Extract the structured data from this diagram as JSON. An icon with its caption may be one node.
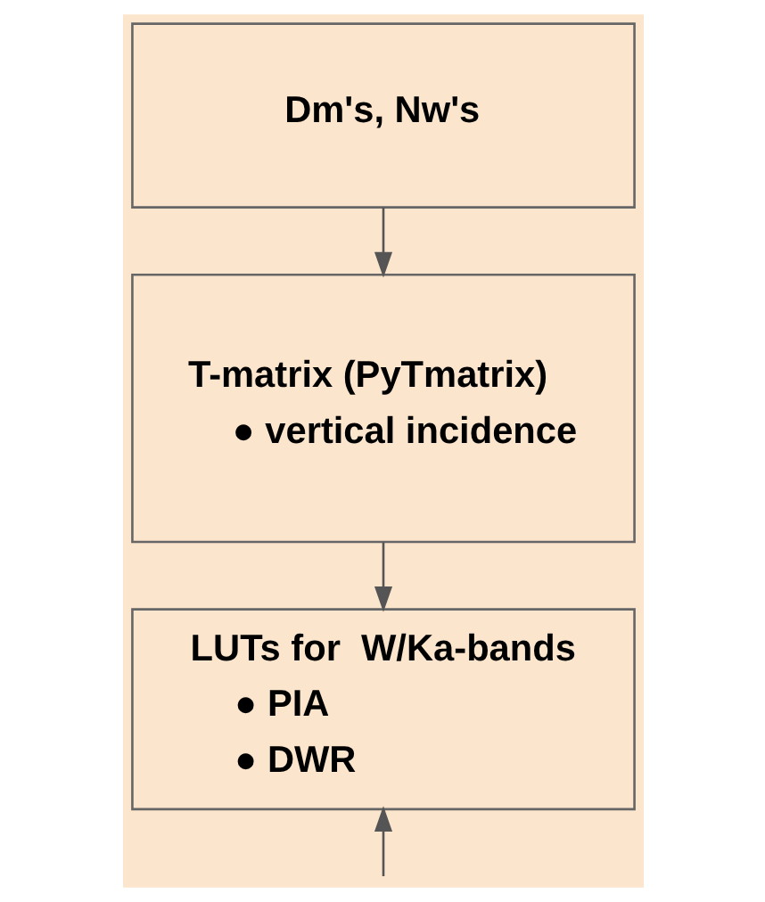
{
  "diagram": {
    "nodes": [
      {
        "text": [
          "Dm's, Nw's"
        ]
      },
      {
        "text": [
          "T-matrix (PyTmatrix)",
          "● vertical incidence"
        ]
      },
      {
        "text": [
          "LUTs for  W/Ka-bands",
          "● PIA",
          "● DWR"
        ]
      }
    ],
    "edges": [
      {
        "from": 0,
        "to": 1,
        "arrow": "to"
      },
      {
        "from": 1,
        "to": 2,
        "arrow": "to"
      },
      {
        "from": null,
        "to": 2,
        "arrow": "to"
      }
    ]
  }
}
